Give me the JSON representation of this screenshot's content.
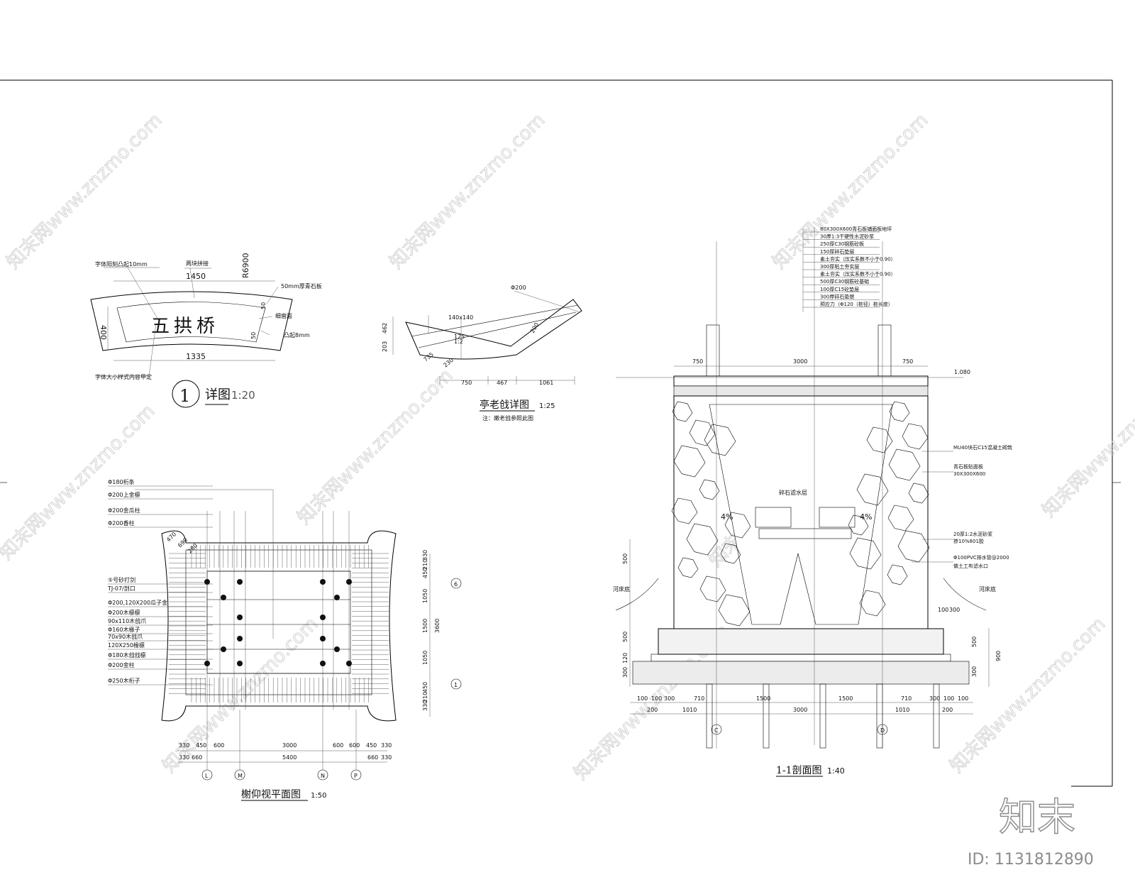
{
  "watermark": {
    "text": "知末网www.znzmo.com",
    "brand": "知末",
    "id": "ID: 1131812890"
  },
  "detail1": {
    "label": "五拱桥",
    "number": "1",
    "title": "详图",
    "scale": "1:20",
    "notes": {
      "raised_text": "字体阳刻凸起10mm",
      "two_pieces": "两块拼接",
      "stone_slab": "50mm厚青石板",
      "fine_polish": "细凿面",
      "raised_8": "凸起8mm",
      "font_note": "字体大小样式内容甲定"
    },
    "dims": {
      "top": "1450",
      "bottom": "1335",
      "height": "400",
      "radius": "R6900",
      "d50a": "50",
      "d50b": "50"
    }
  },
  "eave_detail": {
    "title": "亭老戗详图",
    "scale": "1:25",
    "note": "注：嫩老戗参照此图",
    "labels": {
      "phi200": "Φ200",
      "size140": "140x140",
      "len200": "200"
    },
    "dims": {
      "d1": "750",
      "d2": "467",
      "d3": "1061",
      "h1": "462",
      "h2": "203",
      "a1": "125",
      "a2": "1:2",
      "a3": "735",
      "a4": "230"
    }
  },
  "plan": {
    "title": "榭仰视平面图",
    "scale": "1:50",
    "callouts": [
      "Φ180桁条",
      "Φ200上金檩",
      "Φ200金瓜柱",
      "Φ200香柱",
      "⑤号砂打剑",
      "TJ-07/剖口",
      "Φ200,120X200瓜子金",
      "Φ200木檩檩",
      "90x110木戗爪",
      "Φ160木椽子",
      "70x90木戗爪",
      "120X250椽檩",
      "Φ180木戗戗檩",
      "Φ200金柱",
      "Φ250木桁子"
    ],
    "axes": [
      "L",
      "M",
      "N",
      "P"
    ],
    "row_axes": [
      "6",
      "1"
    ],
    "dims_bottom1": [
      "330",
      "450",
      "600",
      "3000",
      "600",
      "600",
      "450",
      "330"
    ],
    "dims_bottom2": [
      "330",
      "660",
      "5400",
      "660",
      "330"
    ],
    "dims_right": [
      "330",
      "210",
      "450",
      "1050",
      "1500",
      "3600",
      "1050",
      "450",
      "210",
      "330"
    ],
    "dims_diag": [
      "470",
      "690",
      "280"
    ]
  },
  "section": {
    "title": "1-1剖面图",
    "scale": "1:40",
    "layers": [
      "80X300X600青石板铺面板地坪",
      "30厚1:3干硬性水泥砂浆",
      "250厚C30钢筋砼板",
      "150厚碎石垫层",
      "素土夯实（压实系数不小于0.90）",
      "300厚粘土夯实层",
      "素土夯实（压实系数不小于0.90）",
      "500厚C30钢筋砼基础",
      "100厚C15砼垫层",
      "300厚碎石垫层",
      "预应力（Φ120（桩径）桩长度）"
    ],
    "right_notes": [
      "MU40块石C15混凝土砌筑",
      "青石板贴面板",
      "30X300X600",
      "20厚1:2水泥砂浆",
      "掺10%801胶",
      "Φ100PVC排水管@2000",
      "做土工布滤水口"
    ],
    "mid_note": "碎石滤水层",
    "river_bed": "河床底",
    "level": "1.080",
    "slope": "4%",
    "axes": [
      "C",
      "D"
    ],
    "dims_top": [
      "750",
      "3000",
      "750"
    ],
    "dims_bottom1": [
      "100",
      "100",
      "300",
      "710",
      "1500",
      "1500",
      "710",
      "300",
      "100",
      "100"
    ],
    "dims_bottom2": [
      "200",
      "1010",
      "3000",
      "1010",
      "200"
    ],
    "dims_left": [
      "500",
      "500",
      "120",
      "300"
    ],
    "dims_right": [
      "100",
      "300",
      "500",
      "900",
      "300"
    ]
  }
}
